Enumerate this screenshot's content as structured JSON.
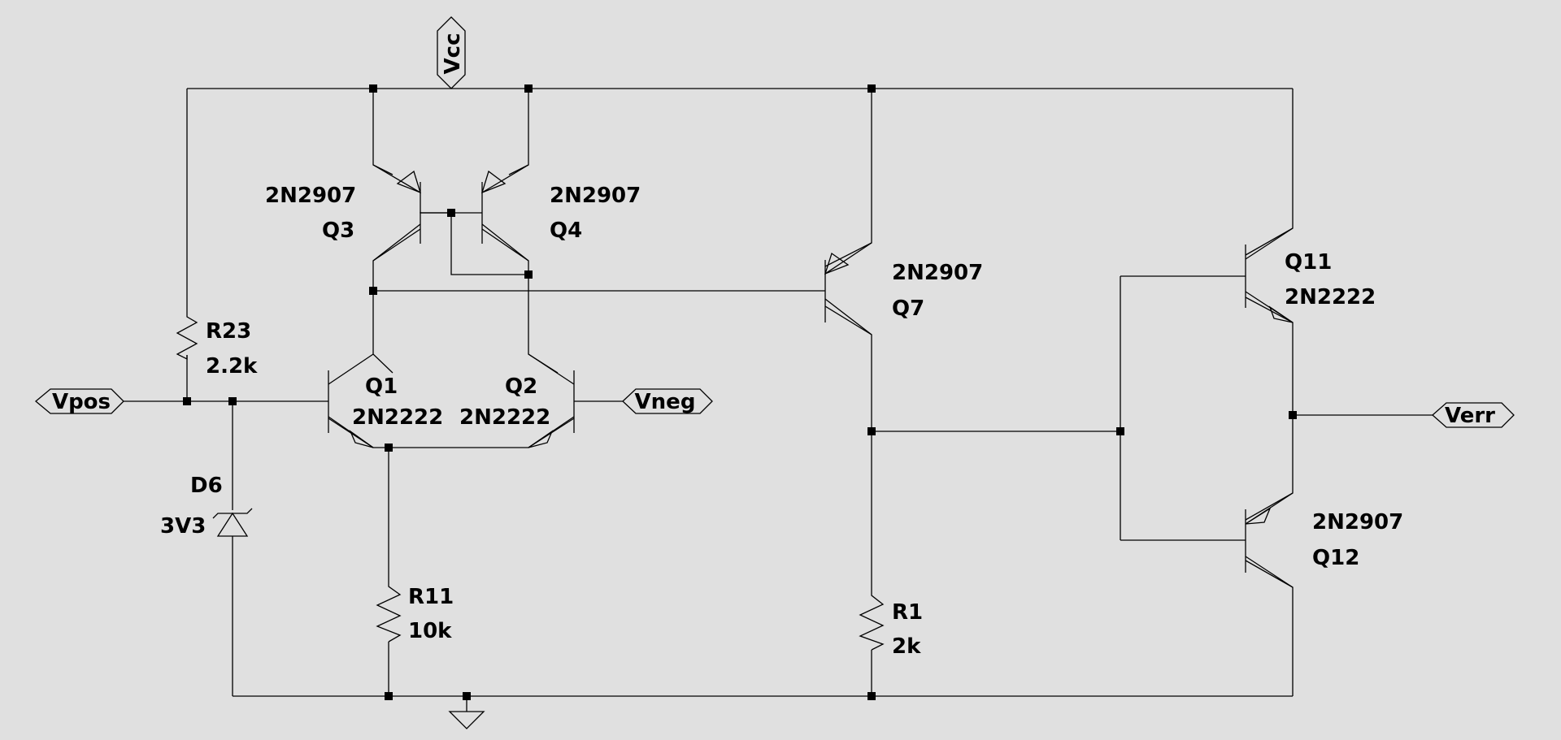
{
  "components": {
    "q1": {
      "ref": "Q1",
      "model": "2N2222"
    },
    "q2": {
      "ref": "Q2",
      "model": "2N2222"
    },
    "q3": {
      "ref": "Q3",
      "model": "2N2907"
    },
    "q4": {
      "ref": "Q4",
      "model": "2N2907"
    },
    "q7": {
      "ref": "Q7",
      "model": "2N2907"
    },
    "q11": {
      "ref": "Q11",
      "model": "2N2222"
    },
    "q12": {
      "ref": "Q12",
      "model": "2N2907"
    },
    "r23": {
      "ref": "R23",
      "value": "2.2k"
    },
    "r11": {
      "ref": "R11",
      "value": "10k"
    },
    "r1": {
      "ref": "R1",
      "value": "2k"
    },
    "d6": {
      "ref": "D6",
      "value": "3V3"
    }
  },
  "net_labels": {
    "vcc": "Vcc",
    "vpos": "Vpos",
    "vneg": "Vneg",
    "verr": "Verr"
  }
}
